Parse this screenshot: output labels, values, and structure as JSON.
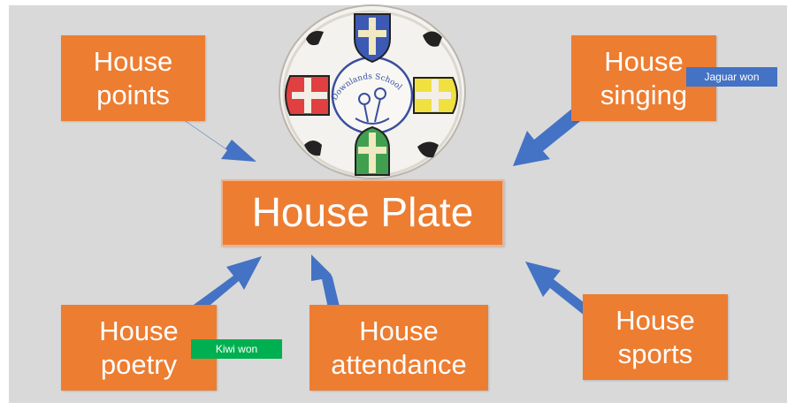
{
  "center": {
    "label": "House Plate"
  },
  "boxes": {
    "points": {
      "line1": "House",
      "line2": "points"
    },
    "singing": {
      "line1": "House",
      "line2": "singing"
    },
    "poetry": {
      "line1": "House",
      "line2": "poetry"
    },
    "attendance": {
      "line1": "House",
      "line2": "attendance"
    },
    "sports": {
      "line1": "House",
      "line2": "sports"
    }
  },
  "tags": {
    "singing": {
      "text": "Jaguar won",
      "color": "#4472c4"
    },
    "poetry": {
      "text": "Kiwi won",
      "color": "#00b050"
    }
  },
  "plate": {
    "inscription": "Downlands School"
  },
  "colors": {
    "background": "#d9d9d9",
    "box": "#ed7d31",
    "arrow": "#4472c4",
    "shield_blue": "#3c5ab4",
    "shield_red": "#e04040",
    "shield_yellow": "#f0e040",
    "shield_green": "#40a050"
  }
}
